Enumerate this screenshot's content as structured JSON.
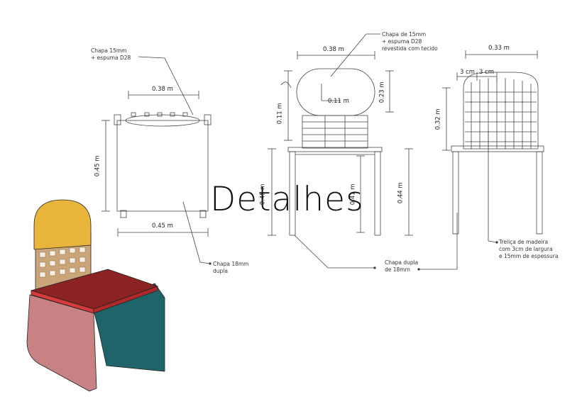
{
  "title": "Detalhes",
  "notes": {
    "seat_top": "Chapa 15mm\n+ espuma D28",
    "back_top": "Chapa de 15mm\n+ espuma D28\nrevestida com tecido",
    "board_front": "Chapa 18mm\ndupla",
    "board_side": "Chapa dupla\nde 18mm",
    "lattice": "Treliça de madeira\ncom 3cm de largura\ne 15mm de espessura"
  },
  "dims": {
    "front_seat_width": "0.38 m",
    "front_height": "0.45 m",
    "front_base_width": "0.45 m",
    "side_back_width": "0.38 m",
    "side_back_radius": "0.11 m",
    "side_back_offset": "0.11 m",
    "side_back_height": "0.23 m",
    "side_total_height": "0.45 m",
    "side_inner_height": "0.41 m",
    "side_outer_height": "0.44 m",
    "rear_top_width": "0.33 m",
    "rear_slat_a": "3 cm",
    "rear_slat_b": "3 cm",
    "rear_back_height": "0.32 m"
  },
  "colors": {
    "headrest": "#e9b43a",
    "lattice": "#caa57a",
    "seat_top": "#8b2323",
    "seat_edge": "#d63a3a",
    "side_panel": "#c98283",
    "back_panel": "#1f6468",
    "line": "#333333"
  }
}
